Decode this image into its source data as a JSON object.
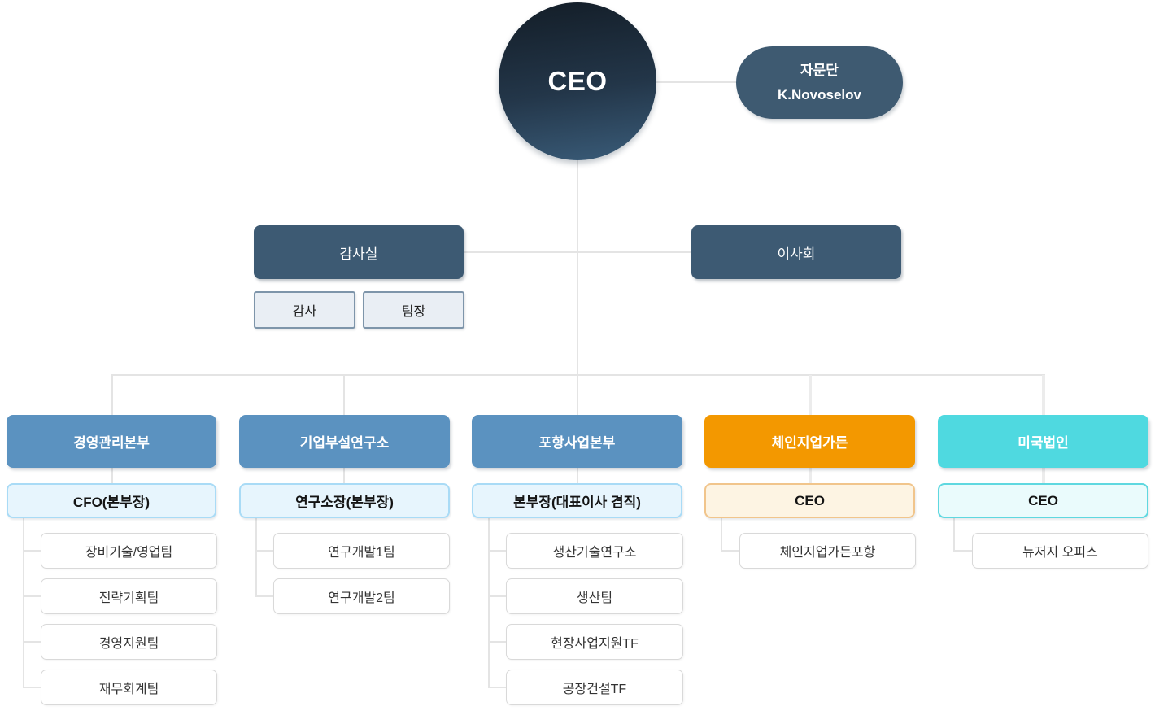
{
  "org": {
    "ceo": "CEO",
    "advisory": {
      "title": "자문단",
      "name": "K.Novoselov"
    },
    "audit": {
      "label": "감사실",
      "members": [
        "감사",
        "팀장"
      ]
    },
    "board": "이사회",
    "divisions": [
      {
        "label": "경영관리본부",
        "leader": "CFO(본부장)",
        "teams": [
          "장비기술/영업팀",
          "전략기획팀",
          "경영지원팀",
          "재무회계팀"
        ],
        "theme_color": "#5b92c0"
      },
      {
        "label": "기업부설연구소",
        "leader": "연구소장(본부장)",
        "teams": [
          "연구개발1팀",
          "연구개발2팀"
        ],
        "theme_color": "#5b92c0"
      },
      {
        "label": "포항사업본부",
        "leader": "본부장(대표이사 겸직)",
        "teams": [
          "생산기술연구소",
          "생산팀",
          "현장사업지원TF",
          "공장건설TF"
        ],
        "theme_color": "#5b92c0"
      },
      {
        "label": "체인지업가든",
        "leader": "CEO",
        "teams": [
          "체인지업가든포항"
        ],
        "theme_color": "#f39800"
      },
      {
        "label": "미국법인",
        "leader": "CEO",
        "teams": [
          "뉴저지 오피스"
        ],
        "theme_color": "#4fd9e0"
      }
    ],
    "colors": {
      "executive_dark": "#3d5a73",
      "ceo_gradient_top": "#131d27",
      "ceo_gradient_bottom": "#3a5c79",
      "division_blue": "#5b92c0",
      "division_orange": "#f39800",
      "division_cyan": "#4fd9e0",
      "leader_blue_bg": "#e7f5fd",
      "leader_orange_bg": "#fdf4e3",
      "leader_cyan_bg": "#eafbfc",
      "connector_gray": "#e4e4e4"
    }
  }
}
